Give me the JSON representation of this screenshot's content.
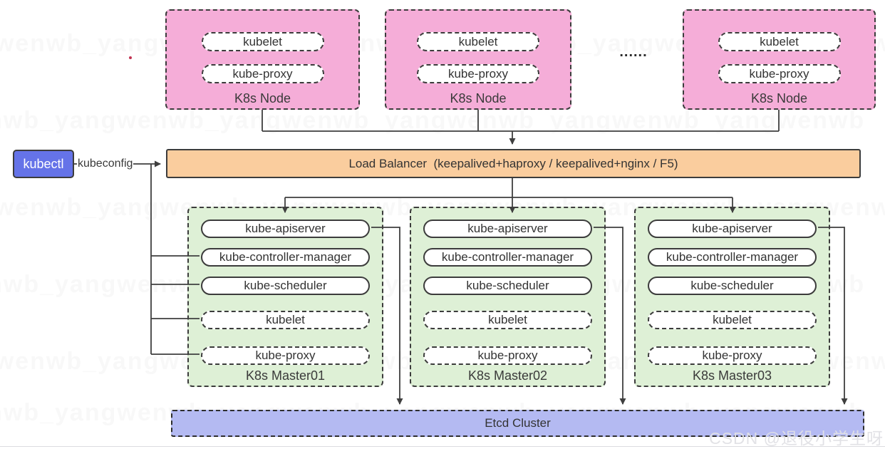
{
  "colors": {
    "node_fill": "#f5add8",
    "master_fill": "#def0d6",
    "load_balancer_fill": "#facd9e",
    "etcd_fill": "#b4baf2",
    "kubectl_fill": "#6573e8",
    "box_border": "#3c3c3c",
    "connector_line": "#3f3f3f",
    "text": "#333333",
    "red_dot": "#c23352"
  },
  "kubectl": {
    "label": "kubectl"
  },
  "kubeconfig_label": "kubeconfig",
  "load_balancer": {
    "label": "Load Balancer  (keepalived+haproxy / keepalived+nginx / F5)"
  },
  "nodes": [
    {
      "title": "K8s Node",
      "components": [
        "kubelet",
        "kube-proxy"
      ]
    },
    {
      "title": "K8s Node",
      "components": [
        "kubelet",
        "kube-proxy"
      ]
    },
    {
      "title": "K8s Node",
      "components": [
        "kubelet",
        "kube-proxy"
      ]
    }
  ],
  "nodes_ellipsis": "......",
  "masters": [
    {
      "title": "K8s Master01",
      "control_plane": [
        "kube-apiserver",
        "kube-controller-manager",
        "kube-scheduler"
      ],
      "node_agents": [
        "kubelet",
        "kube-proxy"
      ]
    },
    {
      "title": "K8s Master02",
      "control_plane": [
        "kube-apiserver",
        "kube-controller-manager",
        "kube-scheduler"
      ],
      "node_agents": [
        "kubelet",
        "kube-proxy"
      ]
    },
    {
      "title": "K8s Master03",
      "control_plane": [
        "kube-apiserver",
        "kube-controller-manager",
        "kube-scheduler"
      ],
      "node_agents": [
        "kubelet",
        "kube-proxy"
      ]
    }
  ],
  "etcd": {
    "label": "Etcd Cluster"
  },
  "watermark": "CSDN @退役小学生呀",
  "background_watermark": "gwenwb_yangwenwb_yangwenwb_yangwenwb_yangwenwb_yangwenwb"
}
